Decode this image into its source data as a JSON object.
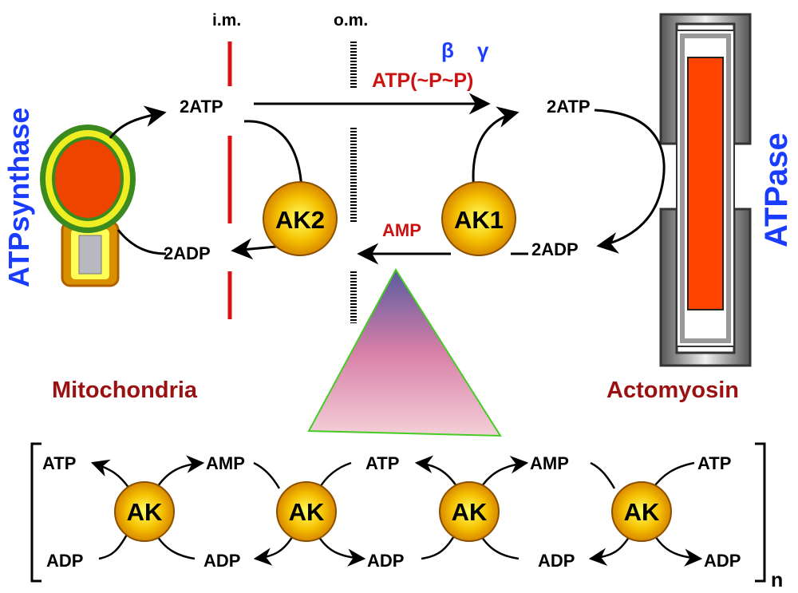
{
  "labels": {
    "im": "i.m.",
    "om": "o.m.",
    "atp_synthase": "ATPsynthase",
    "atpase": "ATPase",
    "mitochondria": "Mitochondria",
    "actomyosin": "Actomyosin",
    "two_atp_left": "2ATP",
    "two_atp_right": "2ATP",
    "two_adp_left": "2ADP",
    "two_adp_right": "2ADP",
    "atp_chain": "ATP(~P~P)",
    "beta": "β",
    "gamma": "γ",
    "amp": "AMP",
    "ak1": "AK1",
    "ak2": "AK2",
    "chain_n": "n"
  },
  "chain": {
    "top": [
      "ATP",
      "AMP",
      "ATP",
      "AMP",
      "ATP"
    ],
    "bottom": [
      "ADP",
      "ADP",
      "ADP",
      "ADP",
      "ADP"
    ],
    "node_label": "AK"
  },
  "colors": {
    "red_text": "#cc1111",
    "dark_red_text": "#991111",
    "blue_text": "#1a3cff",
    "orange_fill": "#ff4400",
    "triangle_top": "#5a5aa0",
    "triangle_bottom": "#f4c8d0"
  }
}
